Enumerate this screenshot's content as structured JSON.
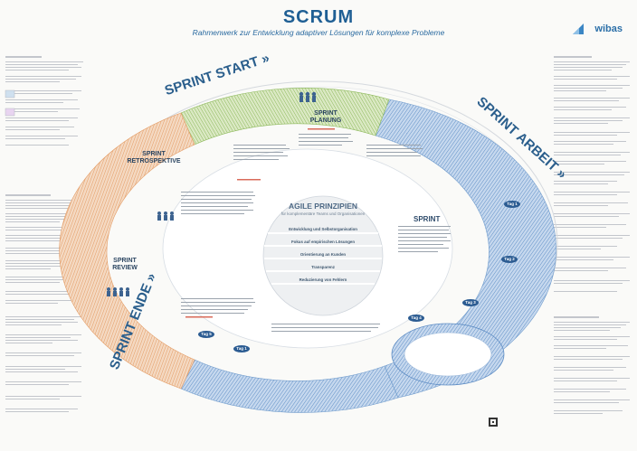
{
  "title": "SCRUM",
  "subtitle": "Rahmenwerk zur Entwicklung adaptiver Lösungen für komplexe Probleme",
  "brand": "wibas",
  "ring_labels": {
    "sprint_start": "SPRINT START »",
    "sprint_arbeit": "SPRINT ARBEIT »",
    "sprint_ende": "SPRINT ENDE »"
  },
  "phases": {
    "planung": [
      "SPRINT",
      "PLANUNG"
    ],
    "retrospektive": [
      "SPRINT",
      "RETROSPEKTIVE"
    ],
    "review": [
      "SPRINT",
      "REVIEW"
    ]
  },
  "center": {
    "title": "AGILE PRINZIPIEN",
    "subtitle": "für komplementäre Teams und Organisationen",
    "principles": [
      "Entwicklung und Selbstorganisation",
      "Fokus auf empirischen Lösungen",
      "Orientierung an Kunden",
      "Transparenz",
      "Reduzierung von Fehlern"
    ]
  },
  "sprint_label": "SPRINT",
  "days": [
    "Tag 1",
    "Tag 2",
    "Tag 3",
    "Tag 4",
    "Tag 5",
    "Tag 1"
  ],
  "colors": {
    "green": "#8cb85a",
    "orange": "#e9a26b",
    "blue": "#7fa8d4",
    "title_blue": "#1f5f94"
  }
}
